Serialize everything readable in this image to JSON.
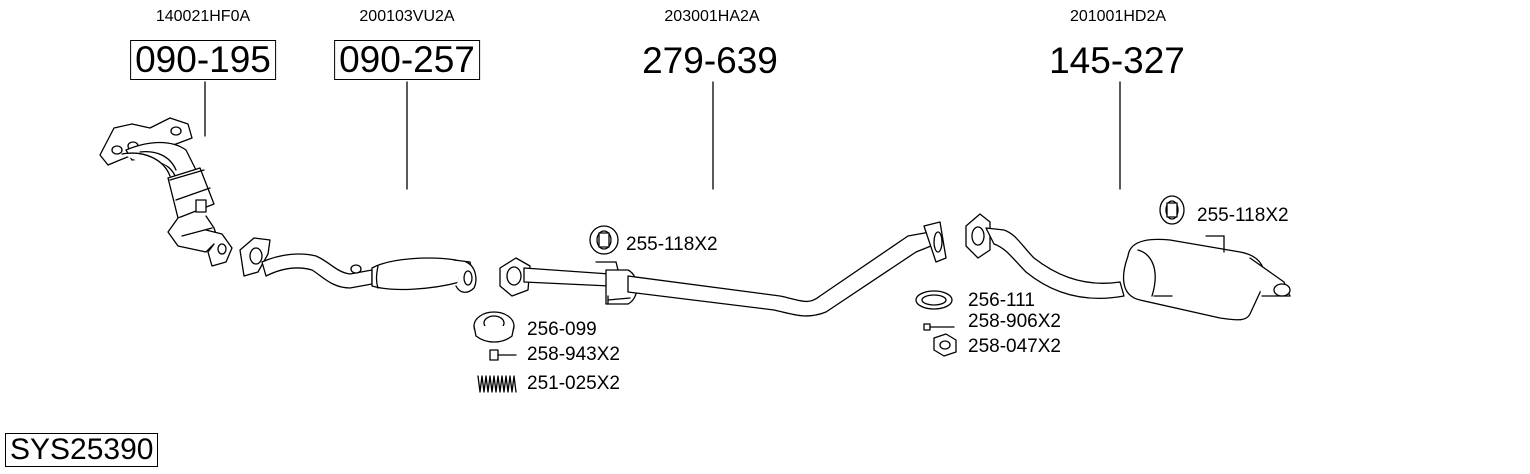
{
  "parts": [
    {
      "oem": "140021HF0A",
      "number": "090-195",
      "boxed": true
    },
    {
      "oem": "200103VU2A",
      "number": "090-257",
      "boxed": true
    },
    {
      "oem": "203001HA2A",
      "number": "279-639",
      "boxed": false
    },
    {
      "oem": "201001HD2A",
      "number": "145-327",
      "boxed": false
    }
  ],
  "accessories": {
    "hanger_front": "255-118X2",
    "gasket_front": "256-099",
    "bolt_front": "258-943X2",
    "spring_front": "251-025X2",
    "gasket_rear": "256-111",
    "bolt_rear": "258-906X2",
    "nut_rear": "258-047X2",
    "hanger_rear": "255-118X2"
  },
  "system_code": "SYS25390",
  "colors": {
    "line": "#000000",
    "fill": "#ffffff",
    "shade": "#c8c8c8"
  }
}
